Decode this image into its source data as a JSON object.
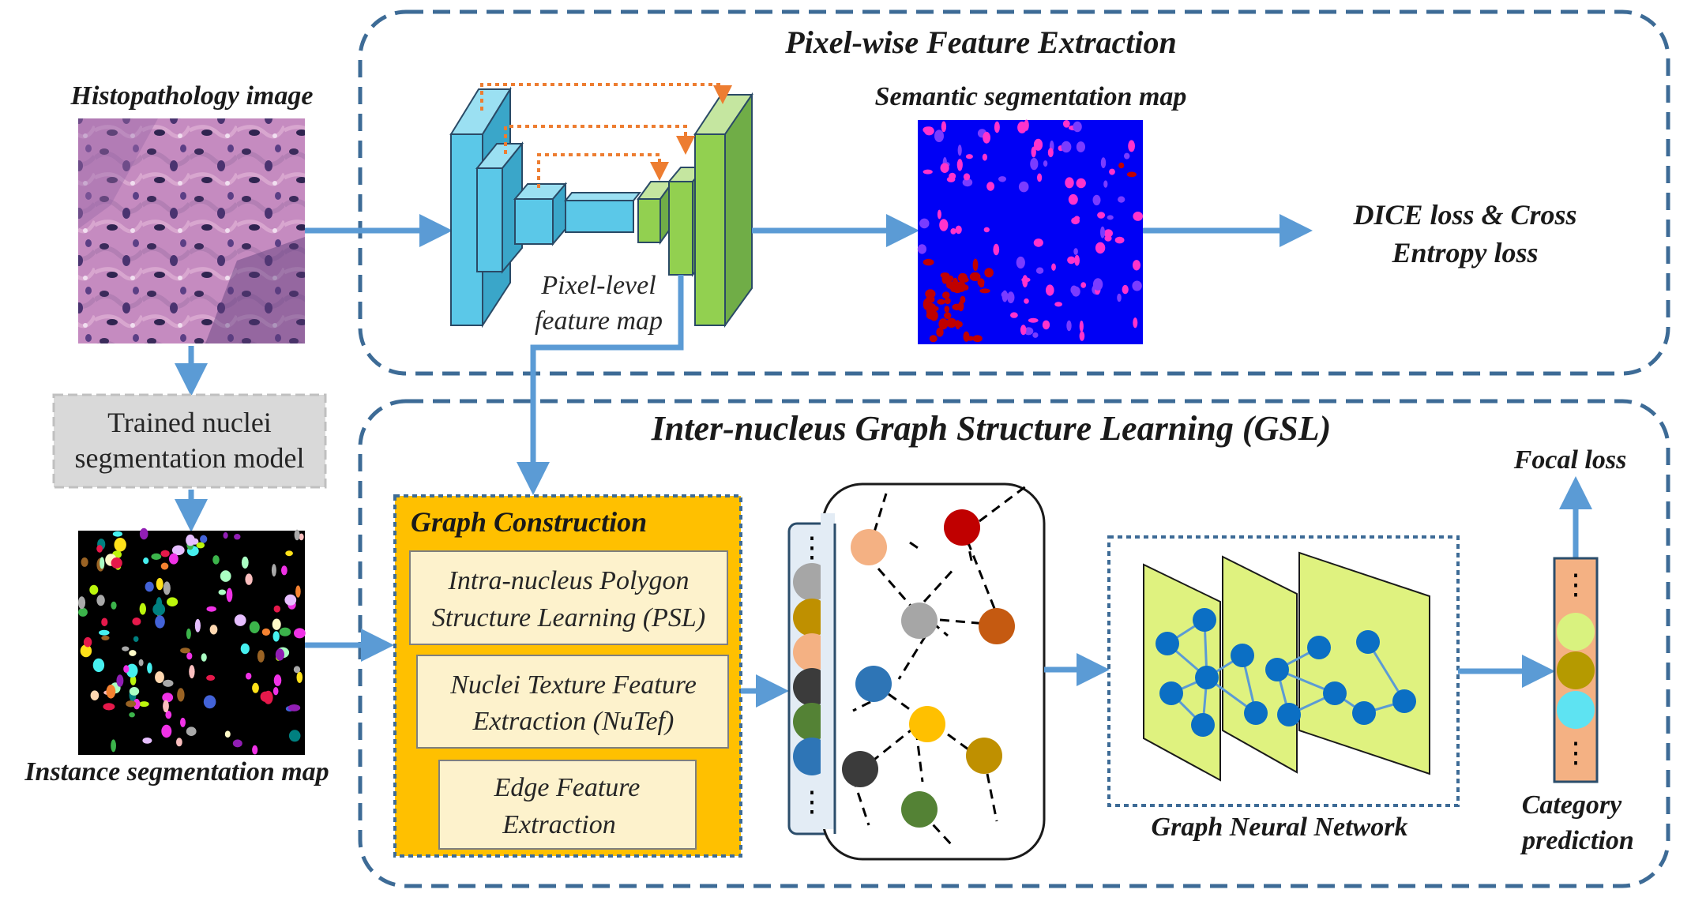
{
  "sections": {
    "pixel_title": "Pixel-wise Feature Extraction",
    "gsl_title": "Inter-nucleus Graph Structure Learning (GSL)"
  },
  "left": {
    "histo_title": "Histopathology  image",
    "trained_line1": "Trained nuclei",
    "trained_line2": "segmentation model",
    "instance_title": "Instance segmentation map"
  },
  "unet": {
    "label_line1": "Pixel-level",
    "label_line2": "feature map"
  },
  "semantic": {
    "title": "Semantic segmentation map"
  },
  "loss": {
    "dice_line1": "DICE loss & Cross",
    "dice_line2": "Entropy loss",
    "focal": "Focal loss"
  },
  "graph_construction": {
    "title": "Graph Construction",
    "psl_line1": "Intra-nucleus Polygon",
    "psl_line2": "Structure Learning (PSL)",
    "nutef_line1": "Nuclei Texture Feature",
    "nutef_line2": "Extraction (NuTef)",
    "edge_line1": "Edge Feature",
    "edge_line2": "Extraction"
  },
  "gnn": {
    "title": "Graph Neural Network"
  },
  "category": {
    "line1": "Category",
    "line2": "prediction"
  },
  "ellipsis": "⋮",
  "colors": {
    "dashed_border": "#3d6b96",
    "arrow": "#5b9bd5",
    "skip_arrow": "#ed7d31",
    "encoder": "#5bc8e8",
    "decoder": "#92d050",
    "decoder_dark": "#70ad47",
    "gc_box": "#ffc000",
    "gc_inner": "#fdf2cc",
    "gnn_plane": "#dff27f",
    "node_blue": "#0b6fc4",
    "semantic_bg": "#0000f5"
  }
}
